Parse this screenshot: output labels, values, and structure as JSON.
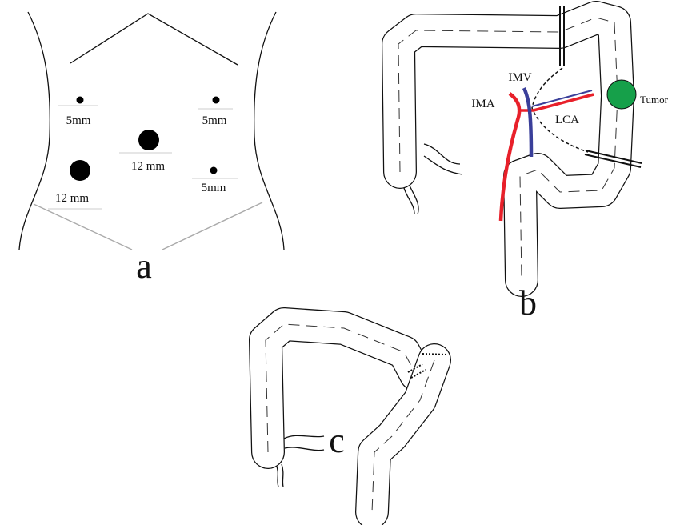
{
  "panel_a": {
    "label": "a",
    "ports": [
      {
        "size": "5mm"
      },
      {
        "size": "5mm"
      },
      {
        "size": "12 mm"
      },
      {
        "size": "12 mm"
      },
      {
        "size": "5mm"
      }
    ]
  },
  "panel_b": {
    "label": "b",
    "labels": {
      "imv": "IMV",
      "ima": "IMA",
      "lca": "LCA",
      "tumor": "Tumor"
    },
    "colors": {
      "artery": "#e8202a",
      "vein": "#3a3f9a",
      "tumor": "#16a04a"
    }
  },
  "panel_c": {
    "label": "c"
  }
}
